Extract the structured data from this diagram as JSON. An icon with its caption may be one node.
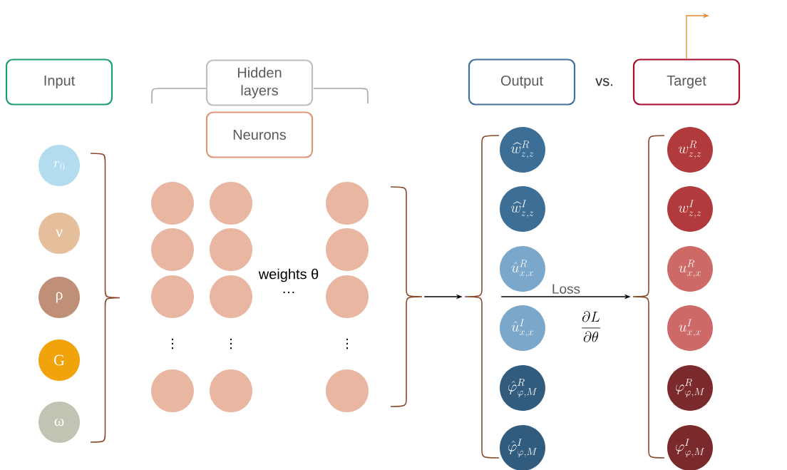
{
  "diagram": {
    "nodes": [
      {
        "text": [
          "Input"
        ]
      },
      {
        "text": [
          "Hidden layers"
        ]
      },
      {
        "text": [
          "Neurons"
        ]
      },
      {
        "text": [
          "Output"
        ]
      },
      {
        "text": [
          "Target"
        ]
      },
      {
        "text": [
          "r_0"
        ]
      },
      {
        "text": [
          "ν"
        ]
      },
      {
        "text": [
          "ρ"
        ]
      },
      {
        "text": [
          "G"
        ]
      },
      {
        "text": [
          "ω"
        ]
      },
      {
        "text": [],
        "shape": "circle"
      },
      {
        "text": [],
        "shape": "circle"
      },
      {
        "text": [],
        "shape": "circle"
      },
      {
        "text": [],
        "shape": "circle"
      },
      {
        "text": [],
        "shape": "circle"
      },
      {
        "text": [],
        "shape": "circle"
      },
      {
        "text": [],
        "shape": "circle"
      },
      {
        "text": [],
        "shape": "circle"
      },
      {
        "text": [],
        "shape": "circle"
      },
      {
        "text": [],
        "shape": "circle"
      },
      {
        "text": [],
        "shape": "circle"
      },
      {
        "text": [],
        "shape": "circle"
      },
      {
        "text": [],
        "shape": "brace"
      },
      {
        "text": [],
        "shape": "brace"
      },
      {
        "text": [
          "\\widehat{w}^{R}_{z,z}"
        ]
      },
      {
        "text": [
          "\\widehat{w}^{I}_{z,z}"
        ]
      },
      {
        "text": [
          "\\hat{u}^{R}_{x,x}"
        ]
      },
      {
        "text": [
          "\\hat{u}^{I}_{x,x}"
        ]
      },
      {
        "text": [
          "\\hat{\\varphi}^{R}_{\\varphi,M}"
        ]
      },
      {
        "text": [
          "\\hat{\\varphi}^{I}_{\\varphi,M}"
        ]
      },
      {
        "text": [],
        "shape": "brace"
      },
      {
        "text": [
          "w^{R}_{z,z}"
        ]
      },
      {
        "text": [
          "w^{I}_{z,z}"
        ]
      },
      {
        "text": [
          "u^{R}_{x,x}"
        ]
      },
      {
        "text": [
          "u^{I}_{x,x}"
        ]
      },
      {
        "text": [
          "\\varphi^{R}_{\\varphi,M}"
        ]
      },
      {
        "text": [
          "\\varphi^{I}_{\\varphi,M}"
        ]
      }
    ],
    "edges": [
      {
        "from": 22,
        "to": 23,
        "arrow": "to"
      },
      {
        "from": 23,
        "to": 30,
        "arrow": "to",
        "label": "Loss"
      },
      {
        "from": 4,
        "to": null,
        "arrow": "to",
        "color": "#e08a2c"
      }
    ],
    "labels": [
      "vs.",
      "weights θ",
      "…",
      "⋮",
      "⋮",
      "⋮",
      "\\frac{\\partial L}{\\partial \\theta}"
    ]
  }
}
